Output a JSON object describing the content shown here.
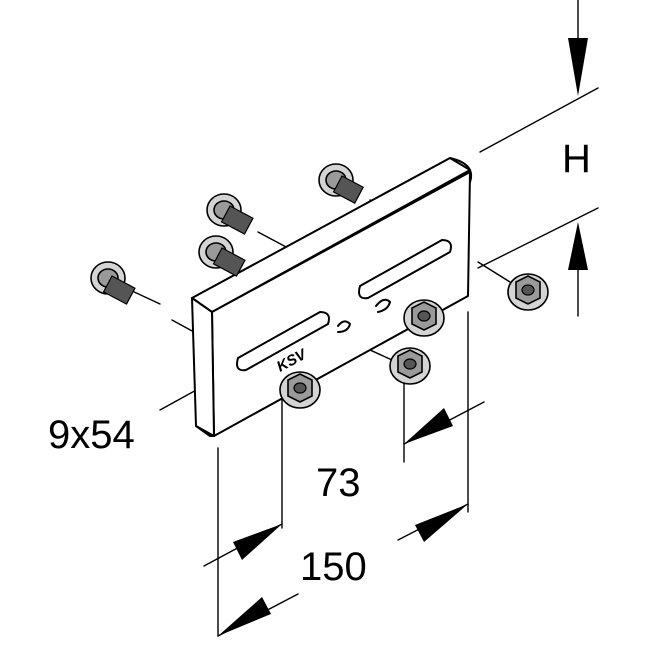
{
  "dimensions": {
    "height_label": "H",
    "slot_label": "9x54",
    "hole_spacing_label": "73",
    "width_label": "150"
  },
  "stamps": {
    "maker_mark": "KSV"
  }
}
